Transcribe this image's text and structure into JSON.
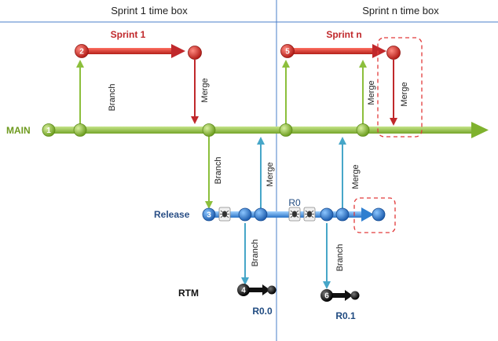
{
  "headers": {
    "sprint1_box": "Sprint 1 time box",
    "sprintn_box": "Sprint n time box"
  },
  "labels": {
    "sprint1": "Sprint 1",
    "sprintn": "Sprint n",
    "main": "MAIN",
    "release": "Release",
    "rtm": "RTM",
    "r0": "R0",
    "r00": "R0.0",
    "r01": "R0.1",
    "branch": "Branch",
    "merge": "Merge"
  },
  "step_numbers": [
    "1",
    "2",
    "3",
    "4",
    "5",
    "6"
  ],
  "colors": {
    "main": "#8cbf3c",
    "sprint": "#d43a32",
    "release": "#3a8bd8",
    "rtm": "#111111",
    "highlight": "#e23a3a",
    "header_line": "#4a7fc8"
  }
}
